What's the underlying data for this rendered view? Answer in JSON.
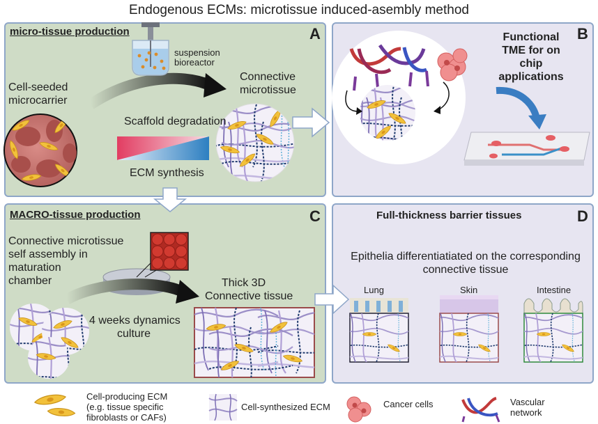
{
  "title": "Endogenous ECMs: microtissue induced-asembly method",
  "panel_a": {
    "letter": "A",
    "heading": "micro-tissue production",
    "bioreactor_label_1": "suspension",
    "bioreactor_label_2": "bioreactor",
    "left_label_1": "Cell-seeded",
    "left_label_2": "microcarrier",
    "scaffold": "Scaffold degradation",
    "ecm": "ECM synthesis",
    "right_label_1": "Connective",
    "right_label_2": "microtissue"
  },
  "panel_b": {
    "letter": "B",
    "text_1": "Functional",
    "text_2": "TME for on",
    "text_3": "chip",
    "text_4": "applications"
  },
  "panel_c": {
    "letter": "C",
    "heading": "MACRO-tissue production",
    "left_1": "Connective microtissue",
    "left_2": "self assembly in",
    "left_3": "maturation",
    "left_4": "chamber",
    "culture_1": "4 weeks dynamics",
    "culture_2": "culture",
    "thick_1": "Thick 3D",
    "thick_2": "Connective tissue"
  },
  "panel_d": {
    "letter": "D",
    "heading": "Full-thickness barrier tissues",
    "epi_1": "Epithelia differentiatiated on  the  corresponding",
    "epi_2": "connective tissue",
    "tissues": [
      "Lung",
      "Skin",
      "Intestine"
    ]
  },
  "legend": {
    "cell_1": "Cell-producing ECM",
    "cell_2": "(e.g. tissue specific",
    "cell_3": "fibroblasts or CAFs)",
    "ecm": "Cell-synthesized ECM",
    "cancer": "Cancer cells",
    "vasc_1": "Vascular",
    "vasc_2": "network"
  },
  "colors": {
    "panel_green": "#cfdcc6",
    "panel_lavender": "#e7e5f1",
    "border": "#8ea6c8",
    "cell_yellow": "#f2c13b",
    "microcarrier": "#c97b76",
    "gradient_pink": "#e23d62",
    "gradient_blue": "#2d7fc1"
  }
}
